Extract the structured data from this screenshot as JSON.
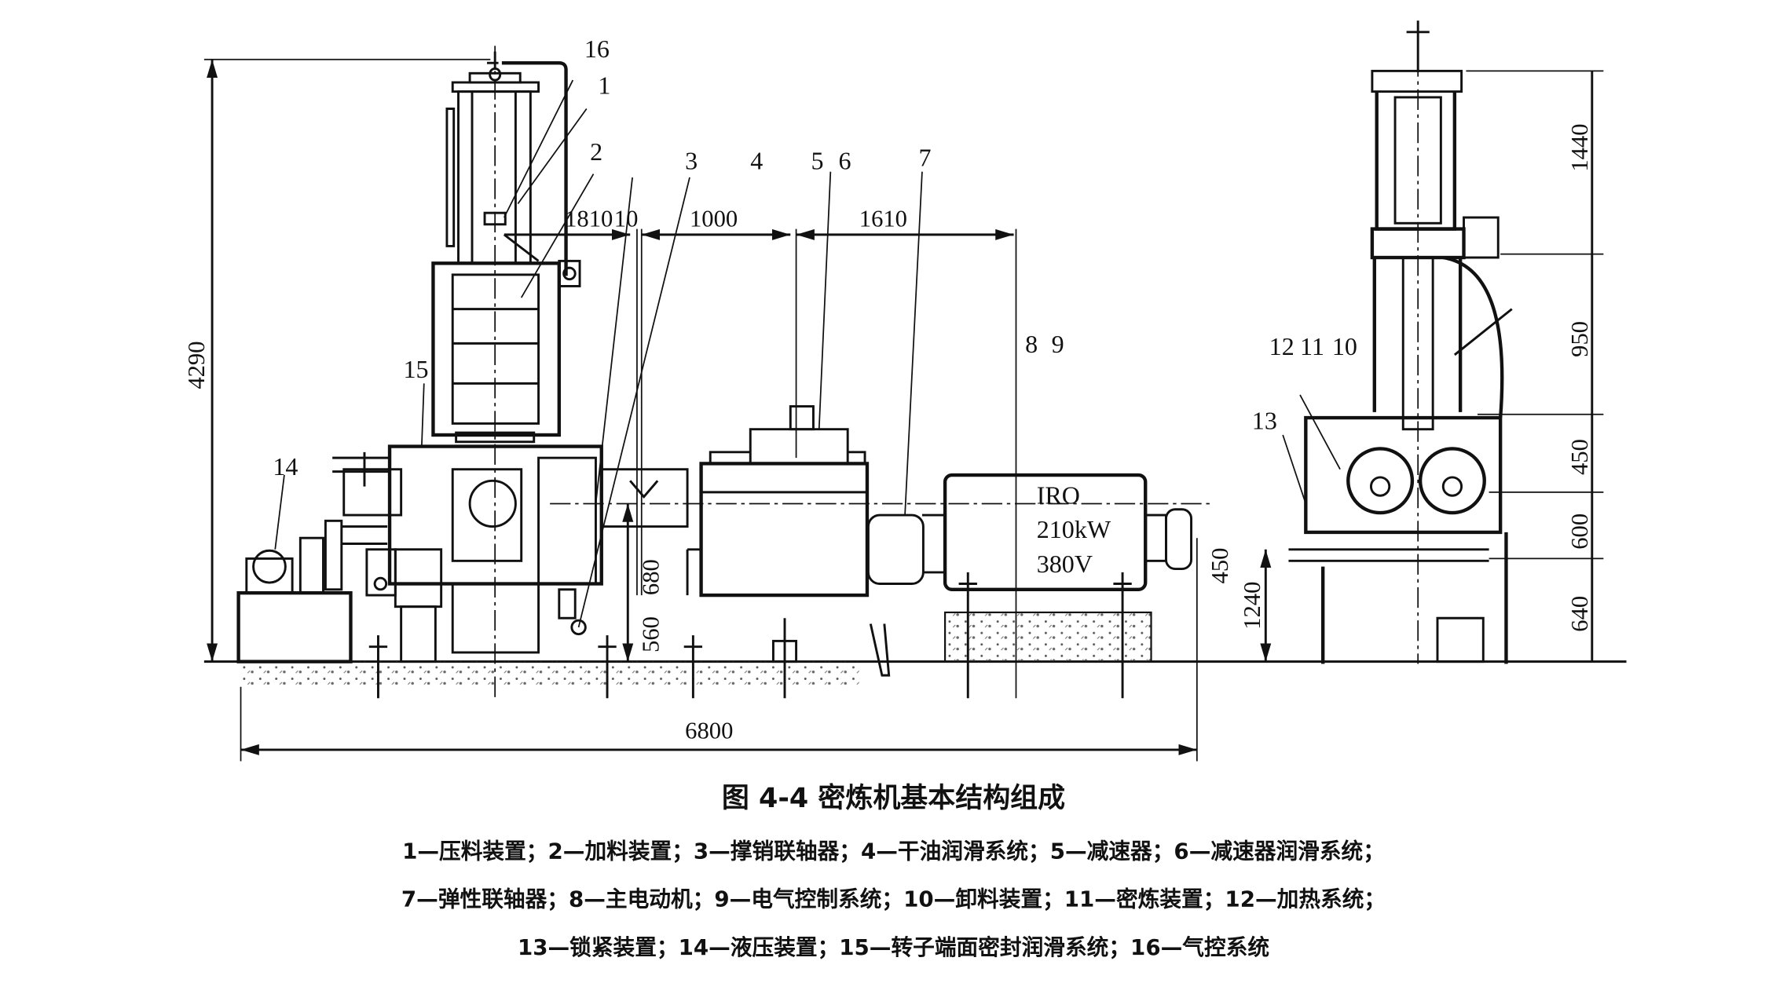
{
  "figure": {
    "part_labels": {
      "p16": "16",
      "p1": "1",
      "p2": "2",
      "p3": "3",
      "p4": "4",
      "p5": "5",
      "p6": "6",
      "p7": "7",
      "p8": "8",
      "p9": "9",
      "p10": "10",
      "p11": "11",
      "p12": "12",
      "p13": "13",
      "p14": "14",
      "p15": "15"
    },
    "dimensions": {
      "total_height": "4290",
      "d1810": "1810",
      "d10": "10",
      "d1000": "1000",
      "d1610": "1610",
      "d680": "680",
      "d560": "560",
      "d450_left": "450",
      "d1240": "1240",
      "total_length": "6800",
      "r1440": "1440",
      "r950": "950",
      "r450": "450",
      "r600": "600",
      "r640": "640"
    },
    "motor": {
      "model": "IRO",
      "power": "210kW",
      "voltage": "380V"
    }
  },
  "caption": {
    "title": "图 4-4   密炼机基本结构组成",
    "legend_lines": [
      "1—压料装置；2—加料装置；3—撑销联轴器；4—干油润滑系统；5—减速器；6—减速器润滑系统；",
      "7—弹性联轴器；8—主电动机；9—电气控制系统；10—卸料装置；11—密炼装置；12—加热系统；",
      "13—锁紧装置；14—液压装置；15—转子端面密封润滑系统；16—气控系统"
    ]
  }
}
